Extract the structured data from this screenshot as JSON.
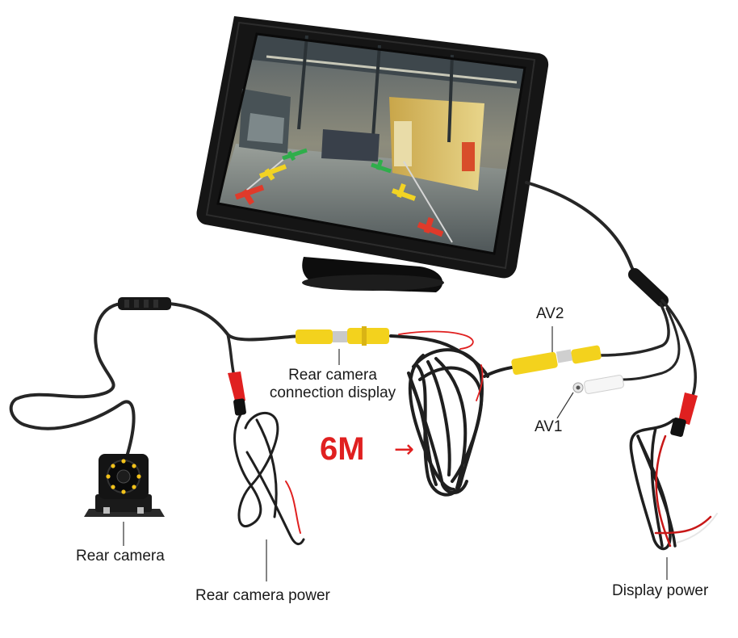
{
  "labels": {
    "rear_camera_connection_display": [
      "Rear camera",
      "connection display"
    ],
    "cable_length": "6M",
    "cable_length_arrow": "→",
    "av2": "AV2",
    "av1": "AV1",
    "rear_camera": "Rear camera",
    "rear_camera_power": "Rear camera power",
    "display_power": "Display power"
  },
  "colors": {
    "accent_red": "#e02020",
    "rca_yellow": "#f3d21d",
    "cable_black": "#1e1e1e",
    "monitor_body": "#151515"
  }
}
